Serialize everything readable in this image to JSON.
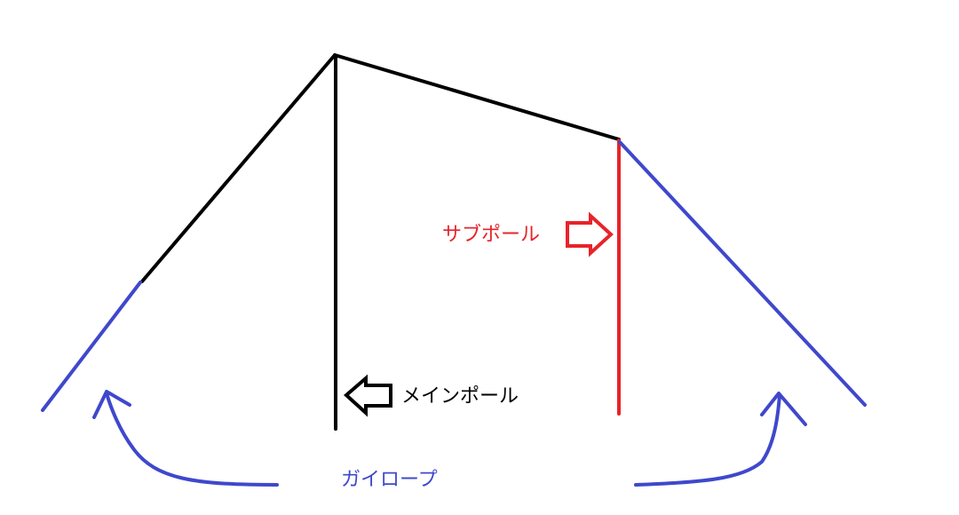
{
  "labels": {
    "sub_pole": "サブポール",
    "main_pole": "メインポール",
    "guy_rope": "ガイロープ"
  },
  "colors": {
    "frame": "#000000",
    "sub_pole": "#e8232a",
    "guy_rope": "#3f48cc",
    "background": "#ffffff"
  }
}
